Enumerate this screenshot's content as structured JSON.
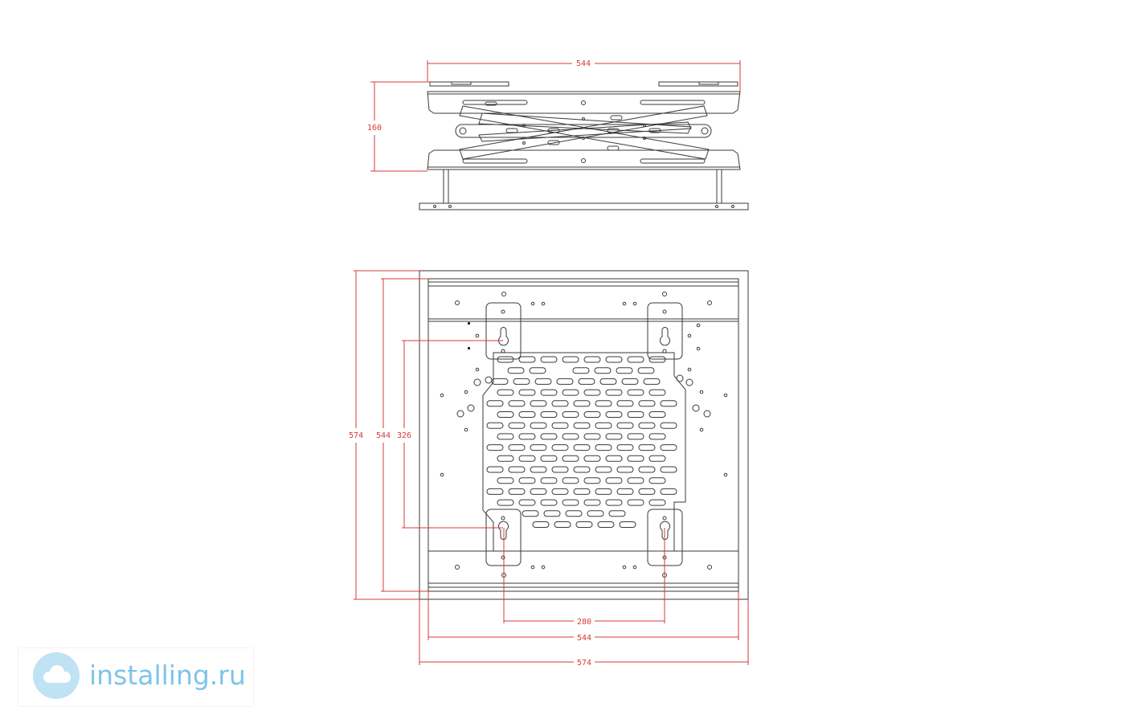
{
  "dimensions": {
    "top_width": "544",
    "top_height": "160",
    "plan_outer_height": "574",
    "plan_inner_height": "544",
    "plate_height": "326",
    "plate_width": "280",
    "plan_inner_width": "544",
    "plan_outer_width": "574"
  },
  "watermark": {
    "text": "installing.ru",
    "logo_icon": "cloud-logo-icon"
  },
  "colors": {
    "line": "#3a3a3a",
    "dimension": "#d83a3a",
    "watermark": "#7dc4ea"
  }
}
